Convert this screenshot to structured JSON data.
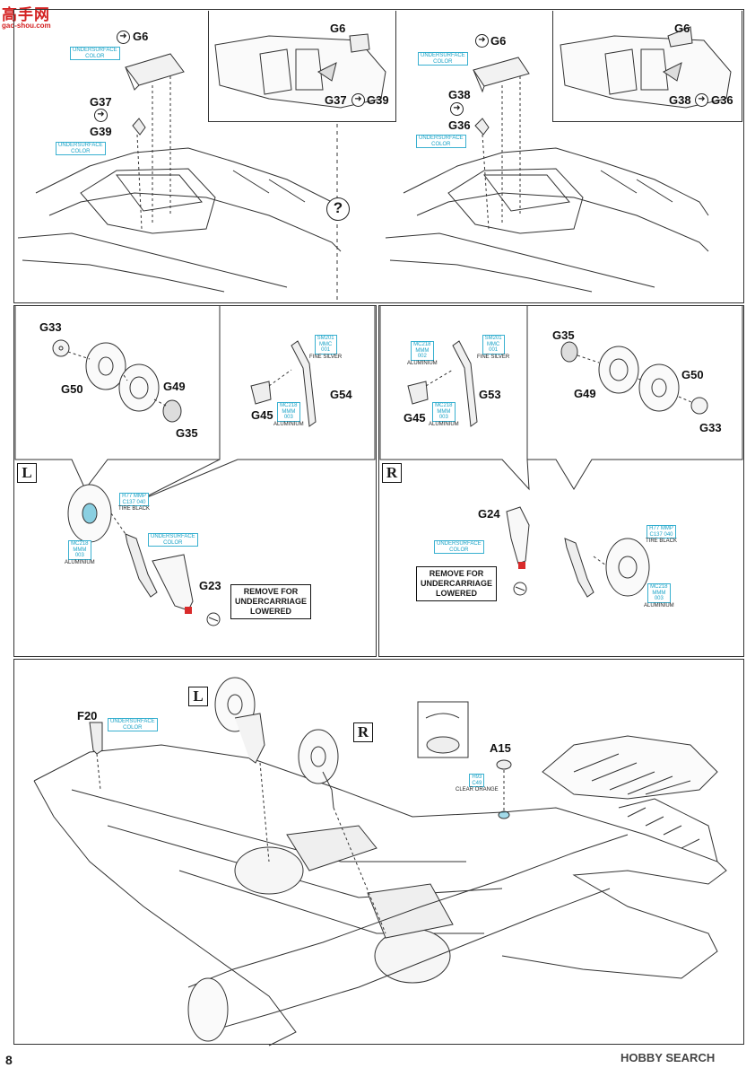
{
  "watermark": {
    "logo_text": "高手网",
    "url": "gao-shou.com"
  },
  "page_number": "8",
  "footer_brand": "HOBBY SEARCH",
  "colors": {
    "callout_cyan": "#1aa3c7",
    "highlight_red": "#d92b2b"
  },
  "step1_left": {
    "parts": {
      "g6": "G6",
      "g37": "G37",
      "g39": "G39"
    },
    "callout_upper": "UNDERSURFACE\nCOLOR",
    "callout_lower": "UNDERSURFACE\nCOLOR"
  },
  "step1_left_detail": {
    "g6": "G6",
    "g37": "G37",
    "g39": "G39"
  },
  "step1_right": {
    "parts": {
      "g6": "G6",
      "g38": "G38",
      "g36": "G36"
    },
    "callout_upper": "UNDERSURFACE\nCOLOR",
    "callout_lower": "UNDERSURFACE\nCOLOR"
  },
  "step1_right_detail": {
    "g6": "G6",
    "g38": "G38",
    "g36": "G36"
  },
  "question_mark": "?",
  "step2_left": {
    "side": "L",
    "parts": {
      "g33": "G33",
      "g50": "G50",
      "g49": "G49",
      "g35": "G35",
      "g45": "G45",
      "g54": "G54",
      "g23": "G23"
    },
    "strut_color": {
      "code1": "SM201",
      "code2": "MMC",
      "code3": "001",
      "name": "FINE SILVER"
    },
    "bracket_color": {
      "code1": "MC218",
      "code2": "MMM",
      "code3": "003",
      "name": "ALUMINIUM"
    },
    "tire_color": {
      "code1": "H77",
      "code2": "MMP",
      "code3": "C137",
      "code4": "040",
      "name": "TIRE BLACK"
    },
    "wheel_color": {
      "code1": "MC218",
      "code2": "MMM",
      "code3": "003",
      "name": "ALUMINIUM"
    },
    "door_color": "UNDERSURFACE\nCOLOR",
    "remove_note": "REMOVE FOR\nUNDERCARRIAGE\nLOWERED"
  },
  "step2_right": {
    "side": "R",
    "parts": {
      "g35": "G35",
      "g49": "G49",
      "g50": "G50",
      "g33": "G33",
      "g45": "G45",
      "g53": "G53",
      "g24": "G24"
    },
    "strut_color": {
      "code1": "SM201",
      "code2": "MMC",
      "code3": "001",
      "name": "FINE SILVER"
    },
    "bracket_color": {
      "code1": "MC218",
      "code2": "MMM",
      "code3": "002",
      "name": "ALUMINIUM"
    },
    "lower_color": {
      "code1": "MC218",
      "code2": "MMM",
      "code3": "003",
      "name": "ALUMINIUM"
    },
    "tire_color": {
      "code1": "H77",
      "code2": "MMP",
      "code3": "C137",
      "code4": "040",
      "name": "TIRE BLACK"
    },
    "wheel_color": {
      "code1": "MC218",
      "code2": "MMM",
      "code3": "003",
      "name": "ALUMINIUM"
    },
    "door_color": "UNDERSURFACE\nCOLOR",
    "remove_note": "REMOVE FOR\nUNDERCARRIAGE\nLOWERED"
  },
  "step3": {
    "side_left": "L",
    "side_right": "R",
    "parts": {
      "f20": "F20",
      "a15": "A15"
    },
    "f20_color": "UNDERSURFACE\nCOLOR",
    "a15_color": {
      "code1": "H93",
      "code2": "C49",
      "name": "CLEAR ORANGE"
    }
  }
}
